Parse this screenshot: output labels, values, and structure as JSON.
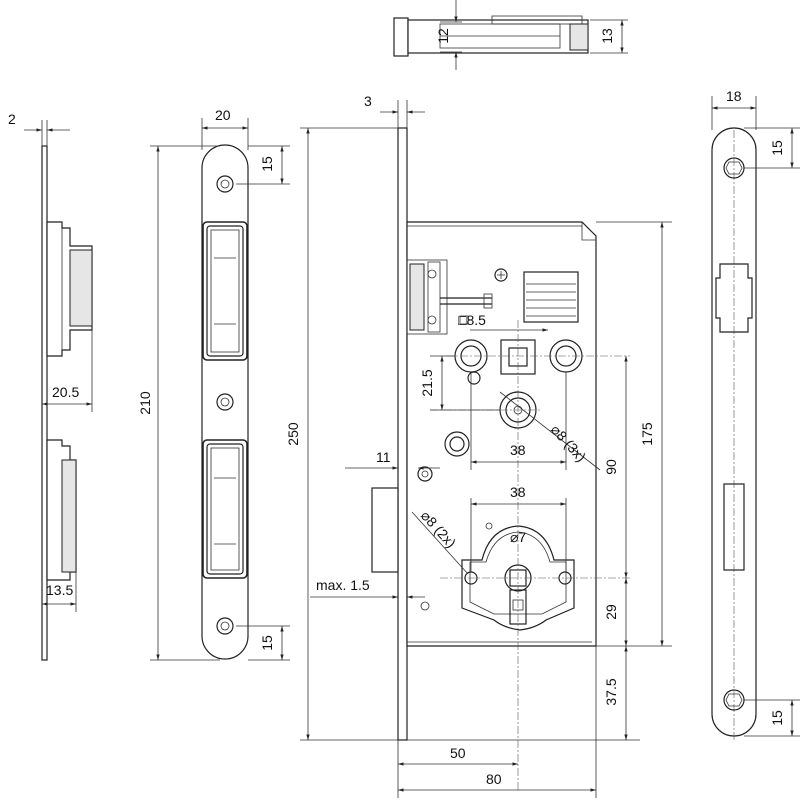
{
  "dimensions": {
    "top_height_12": "12",
    "top_height_13": "13",
    "strike_thickness": "2",
    "faceplate_width": "20",
    "faceplate_top_15": "15",
    "faceplate_height": "210",
    "faceplate_bottom_15": "15",
    "strike_20_5": "20.5",
    "strike_13_5": "13.5",
    "front_thickness": "3",
    "overall_height": "250",
    "square_8_5": "□8.5",
    "offset_21_5": "21.5",
    "spacing_38_top": "38",
    "dia_8_3x": "⌀8 (3x)",
    "dim_11": "11",
    "spacing_38_mid": "38",
    "dia_8_2x": "⌀8 (2x)",
    "dia_7": "⌀7",
    "max_1_5": "max. 1.5",
    "case_height_175": "175",
    "center_90": "90",
    "dim_29": "29",
    "dim_37_5": "37.5",
    "backset_50": "50",
    "case_depth_80": "80",
    "plate_width_18": "18",
    "right_top_15": "15",
    "right_bottom_15": "15"
  }
}
